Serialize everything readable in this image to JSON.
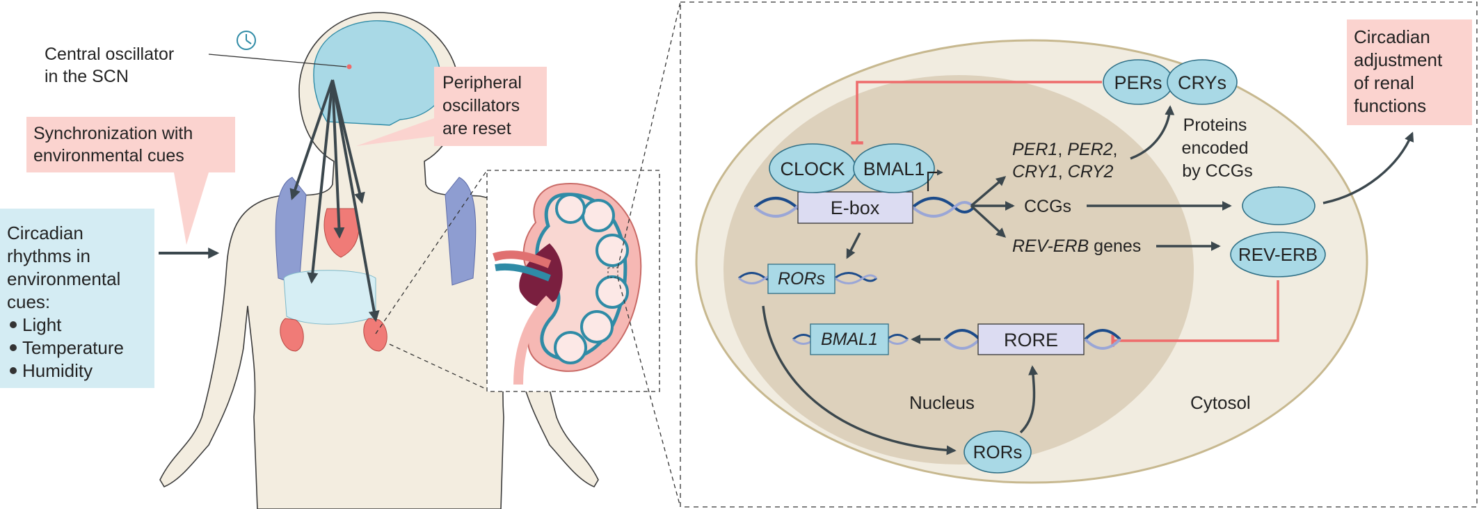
{
  "colors": {
    "callout_pink": "#fbd3cf",
    "callout_blue": "#d4ecf3",
    "protein_blue": "#a9d9e6",
    "dna_box": "#dcdcf2",
    "inhibition": "#ee6b6b",
    "arrow": "#3b474d",
    "cell": "#f1ece0",
    "nucleus": "#ddd1bc"
  },
  "body_panel": {
    "central_oscillator": [
      "Central oscillator",
      "in the SCN"
    ],
    "peripheral": [
      "Peripheral",
      "oscillators",
      "are reset"
    ],
    "synchronization": [
      "Synchronization with",
      "environmental cues"
    ],
    "rhythms": [
      "Circadian",
      "rhythms in",
      "environmental",
      "cues:"
    ],
    "cues": [
      "Light",
      "Temperature",
      "Humidity"
    ],
    "icons": [
      "clock-icon"
    ]
  },
  "cell_panel": {
    "clock": "CLOCK",
    "bmal1_protein": "BMAL1",
    "ebox": "E-box",
    "pers": "PERs",
    "crys": "CRYs",
    "genes_line1_a": "PER1",
    "genes_line1_b": ", ",
    "genes_line1_c": "PER2",
    "genes_line1_d": ",",
    "genes_line2_a": "CRY1",
    "genes_line2_b": ", ",
    "genes_line2_c": "CRY2",
    "ccgs": "CCGs",
    "reverb_genes_a": "REV-ERB",
    "reverb_genes_b": " genes",
    "proteins_encoded": [
      "Proteins",
      "encoded",
      "by CCGs"
    ],
    "reverb_protein": "REV-ERB",
    "rors_gene": "RORs",
    "rore": "RORE",
    "bmal1_gene": "BMAL1",
    "rors_protein": "RORs",
    "nucleus": "Nucleus",
    "cytosol": "Cytosol",
    "adjustment": [
      "Circadian",
      "adjustment",
      "of renal",
      "functions"
    ]
  }
}
